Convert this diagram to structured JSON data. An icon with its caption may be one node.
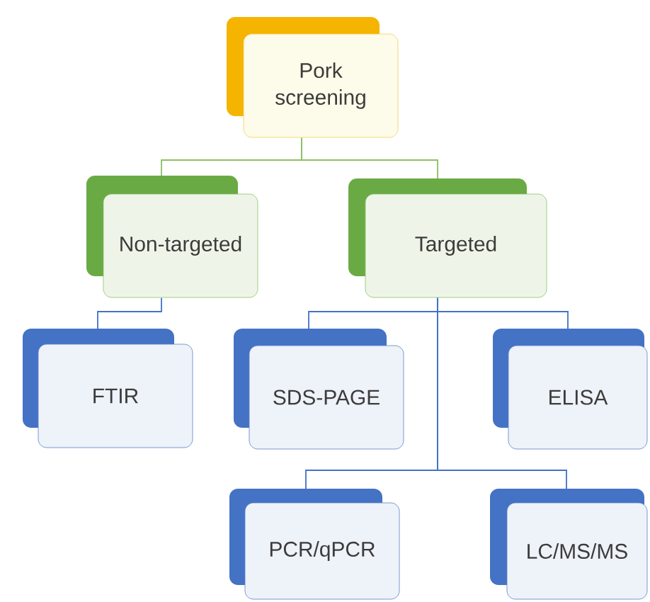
{
  "diagram": {
    "nodes": [
      {
        "text": [
          "Pork screening"
        ]
      },
      {
        "text": [
          "Non-targeted"
        ]
      },
      {
        "text": [
          "Targeted"
        ]
      },
      {
        "text": [
          "FTIR"
        ]
      },
      {
        "text": [
          "SDS-PAGE"
        ]
      },
      {
        "text": [
          "ELISA"
        ]
      },
      {
        "text": [
          "PCR/qPCR"
        ]
      },
      {
        "text": [
          "LC/MS/MS"
        ]
      }
    ],
    "edges": [
      {
        "from": 0,
        "to": 1,
        "arrow": "none",
        "color": "#8cc063"
      },
      {
        "from": 0,
        "to": 2,
        "arrow": "none",
        "color": "#8cc063"
      },
      {
        "from": 1,
        "to": 3,
        "arrow": "none"
      },
      {
        "from": 2,
        "to": 4,
        "arrow": "none"
      },
      {
        "from": 2,
        "to": 5,
        "arrow": "none"
      },
      {
        "from": 2,
        "to": 6,
        "arrow": "none"
      },
      {
        "from": 2,
        "to": 7,
        "arrow": "none"
      }
    ]
  }
}
